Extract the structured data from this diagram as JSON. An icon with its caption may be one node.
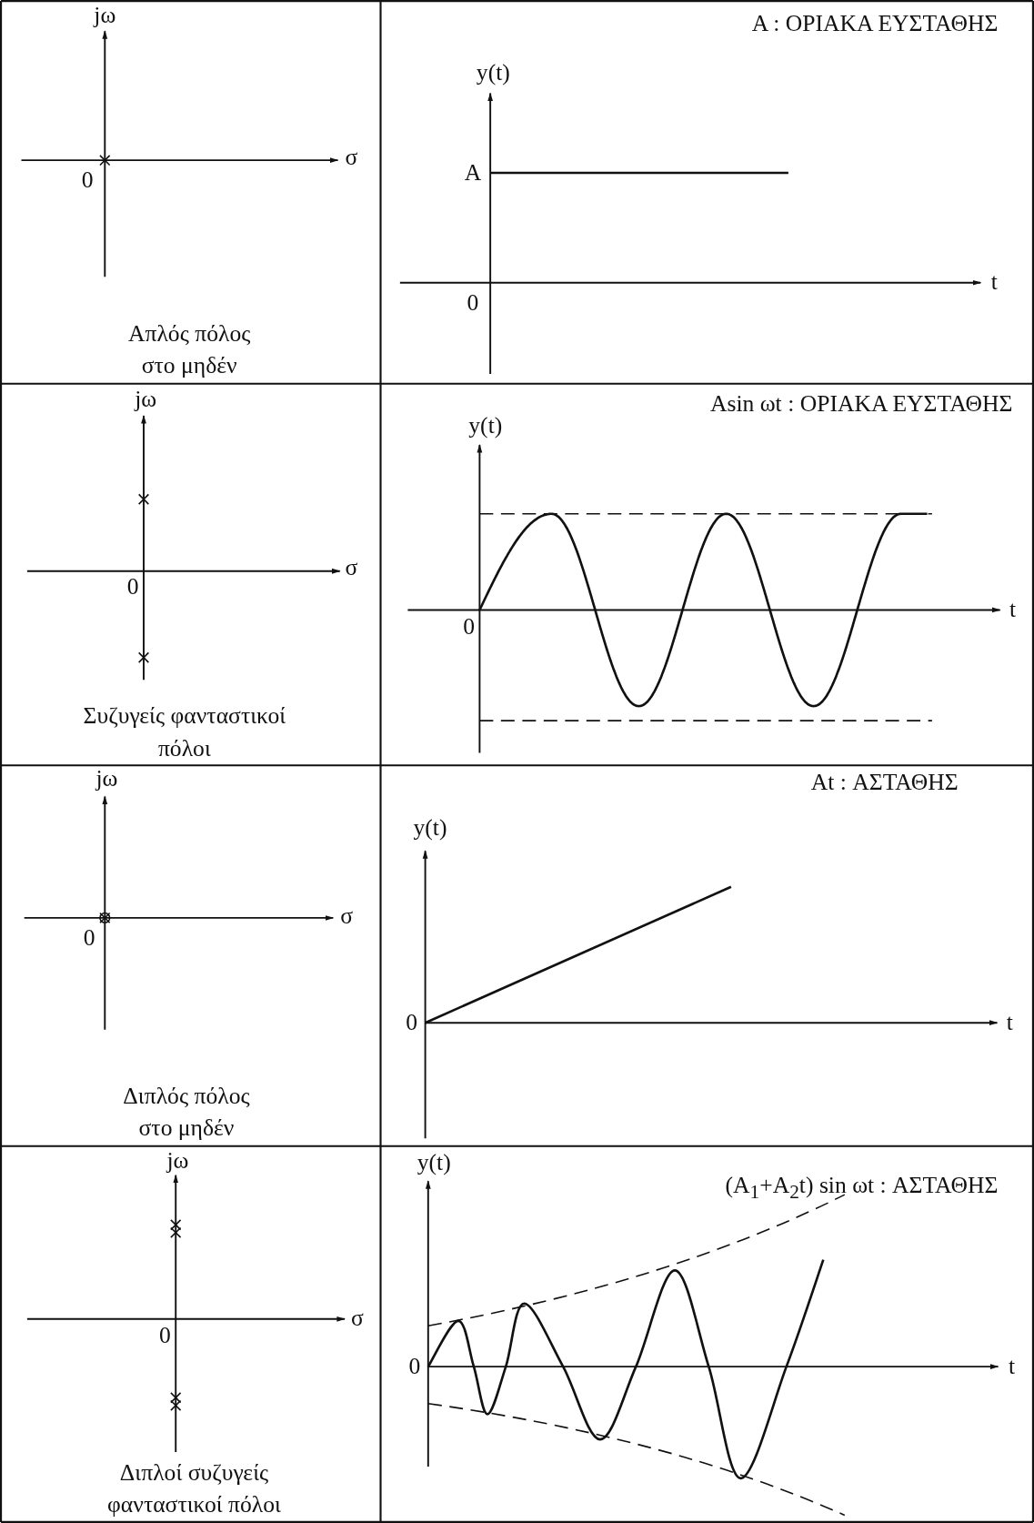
{
  "diagram": {
    "labels": [
      "jω",
      "0",
      "σ",
      "Απλός πόλος στο μηδέν",
      "A : ΟΡΙΑΚΑ ΕΥΣΤΑΘΗΣ",
      "y(t)",
      "A",
      "t",
      "0",
      "jω",
      "σ",
      "0",
      "Συζυγείς φανταστικοί πόλοι",
      "Asin ωt : ΟΡΙΑΚΑ ΕΥΣΤΑΘΗΣ",
      "y(t)",
      "t",
      "0",
      "jω",
      "σ",
      "0",
      "Διπλός πόλος στο μηδέν",
      "At : ΑΣΤΑΘΗΣ",
      "y(t)",
      "0",
      "t",
      "jω",
      "σ",
      "0",
      "Διπλοί συζυγείς φανταστικοί πόλοι",
      "y(t)",
      "(A$_{1}$+A$_{2}$t) sin ωt : ΑΣΤΑΘΗΣ",
      "0",
      "t"
    ]
  }
}
